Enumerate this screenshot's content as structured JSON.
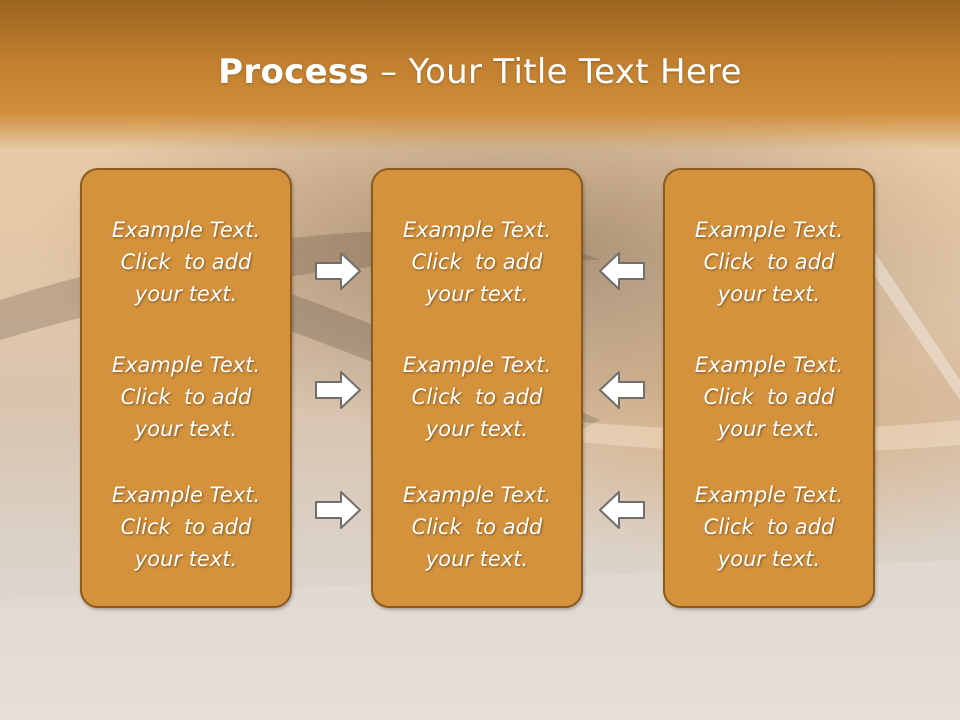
{
  "title": {
    "bold": "Process",
    "rest": " – Your Title Text Here"
  },
  "columns": [
    {
      "blocks": [
        {
          "line1": "Example Text.",
          "line2": "Click  to add",
          "line3": "your text."
        },
        {
          "line1": "Example Text.",
          "line2": "Click  to add",
          "line3": "your text."
        },
        {
          "line1": "Example Text.",
          "line2": "Click  to add",
          "line3": "your text."
        }
      ]
    },
    {
      "blocks": [
        {
          "line1": "Example Text.",
          "line2": "Click  to add",
          "line3": "your text."
        },
        {
          "line1": "Example Text.",
          "line2": "Click  to add",
          "line3": "your text."
        },
        {
          "line1": "Example Text.",
          "line2": "Click  to add",
          "line3": "your text."
        }
      ]
    },
    {
      "blocks": [
        {
          "line1": "Example Text.",
          "line2": "Click  to add",
          "line3": "your text."
        },
        {
          "line1": "Example Text.",
          "line2": "Click  to add",
          "line3": "your text."
        },
        {
          "line1": "Example Text.",
          "line2": "Click  to add",
          "line3": "your text."
        }
      ]
    }
  ],
  "arrows": {
    "left_group": "right",
    "right_group": "left"
  },
  "colors": {
    "box_fill": "#d4923c",
    "box_border": "#8a5a1e",
    "arrow_fill": "#ffffff",
    "arrow_stroke": "#6f6f6f",
    "title_band": "#c07e2e"
  }
}
